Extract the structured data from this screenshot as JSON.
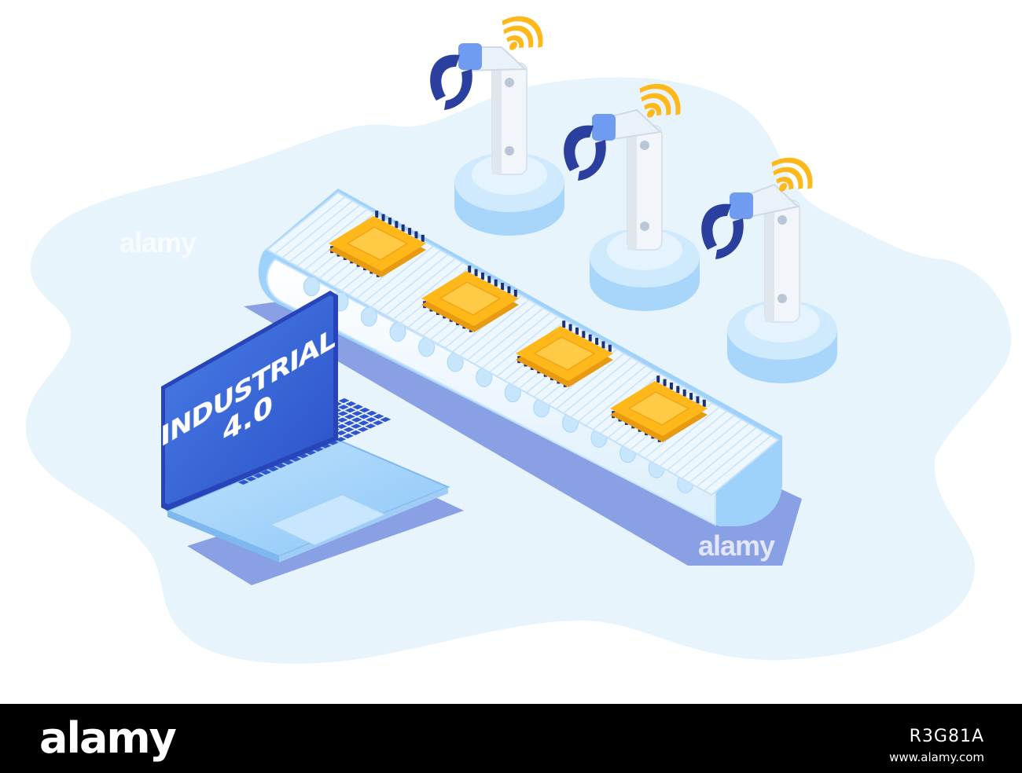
{
  "illustration": {
    "screen_title_line1": "INDUSTRIAL",
    "screen_title_line2": "4.0",
    "colors": {
      "blob": "#e8f4fc",
      "shadow": "#8aa0e4",
      "belt_light": "#e6f2fc",
      "belt_dark": "#8cc8f8",
      "chip": "#ffb81a",
      "chip_dark": "#e89a10",
      "robot": "#ffffff",
      "gripper": "#2b3f9e",
      "wifi": "#ffb81a",
      "laptop_screen": "#3c6bd8",
      "laptop_base": "#9fd2fb"
    }
  },
  "watermarks": [
    "alamy",
    "alamy"
  ],
  "footer": {
    "logo": "alamy",
    "image_id": "R3G81A",
    "url": "www.alamy.com"
  }
}
